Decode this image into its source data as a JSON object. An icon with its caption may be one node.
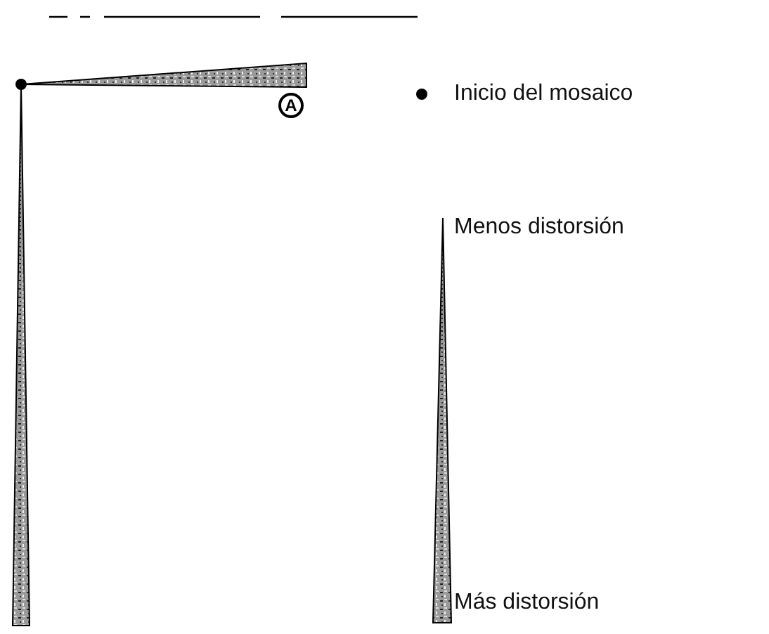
{
  "diagram": {
    "labels": [
      "A"
    ],
    "legend": [
      {
        "text": "Inicio del mosaico"
      },
      {
        "text": "Menos distorsión"
      },
      {
        "text": "Más distorsión"
      }
    ]
  }
}
